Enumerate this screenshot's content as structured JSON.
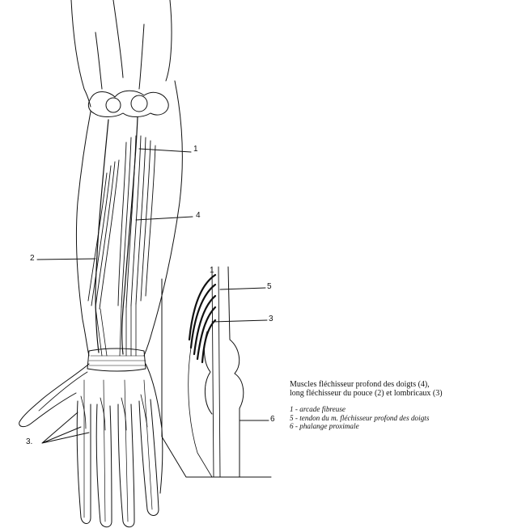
{
  "callouts": {
    "c1": "1",
    "c2": "2",
    "c3_hand": "3.",
    "c4": "4",
    "c5": "5",
    "c3_detail": "3",
    "c6": "6",
    "c1_detail": "1"
  },
  "caption": {
    "title_line1": "Muscles fléchisseur profond des doigts (4),",
    "title_line2": "long fléchisseur du pouce (2) et lombricaux (3)",
    "legend": [
      "1 - arcade fibreuse",
      "5 - tendon du m. fléchisseur profond des doigts",
      "6 - phalange proximale"
    ]
  },
  "colors": {
    "ink": "#111111",
    "background": "#ffffff"
  }
}
